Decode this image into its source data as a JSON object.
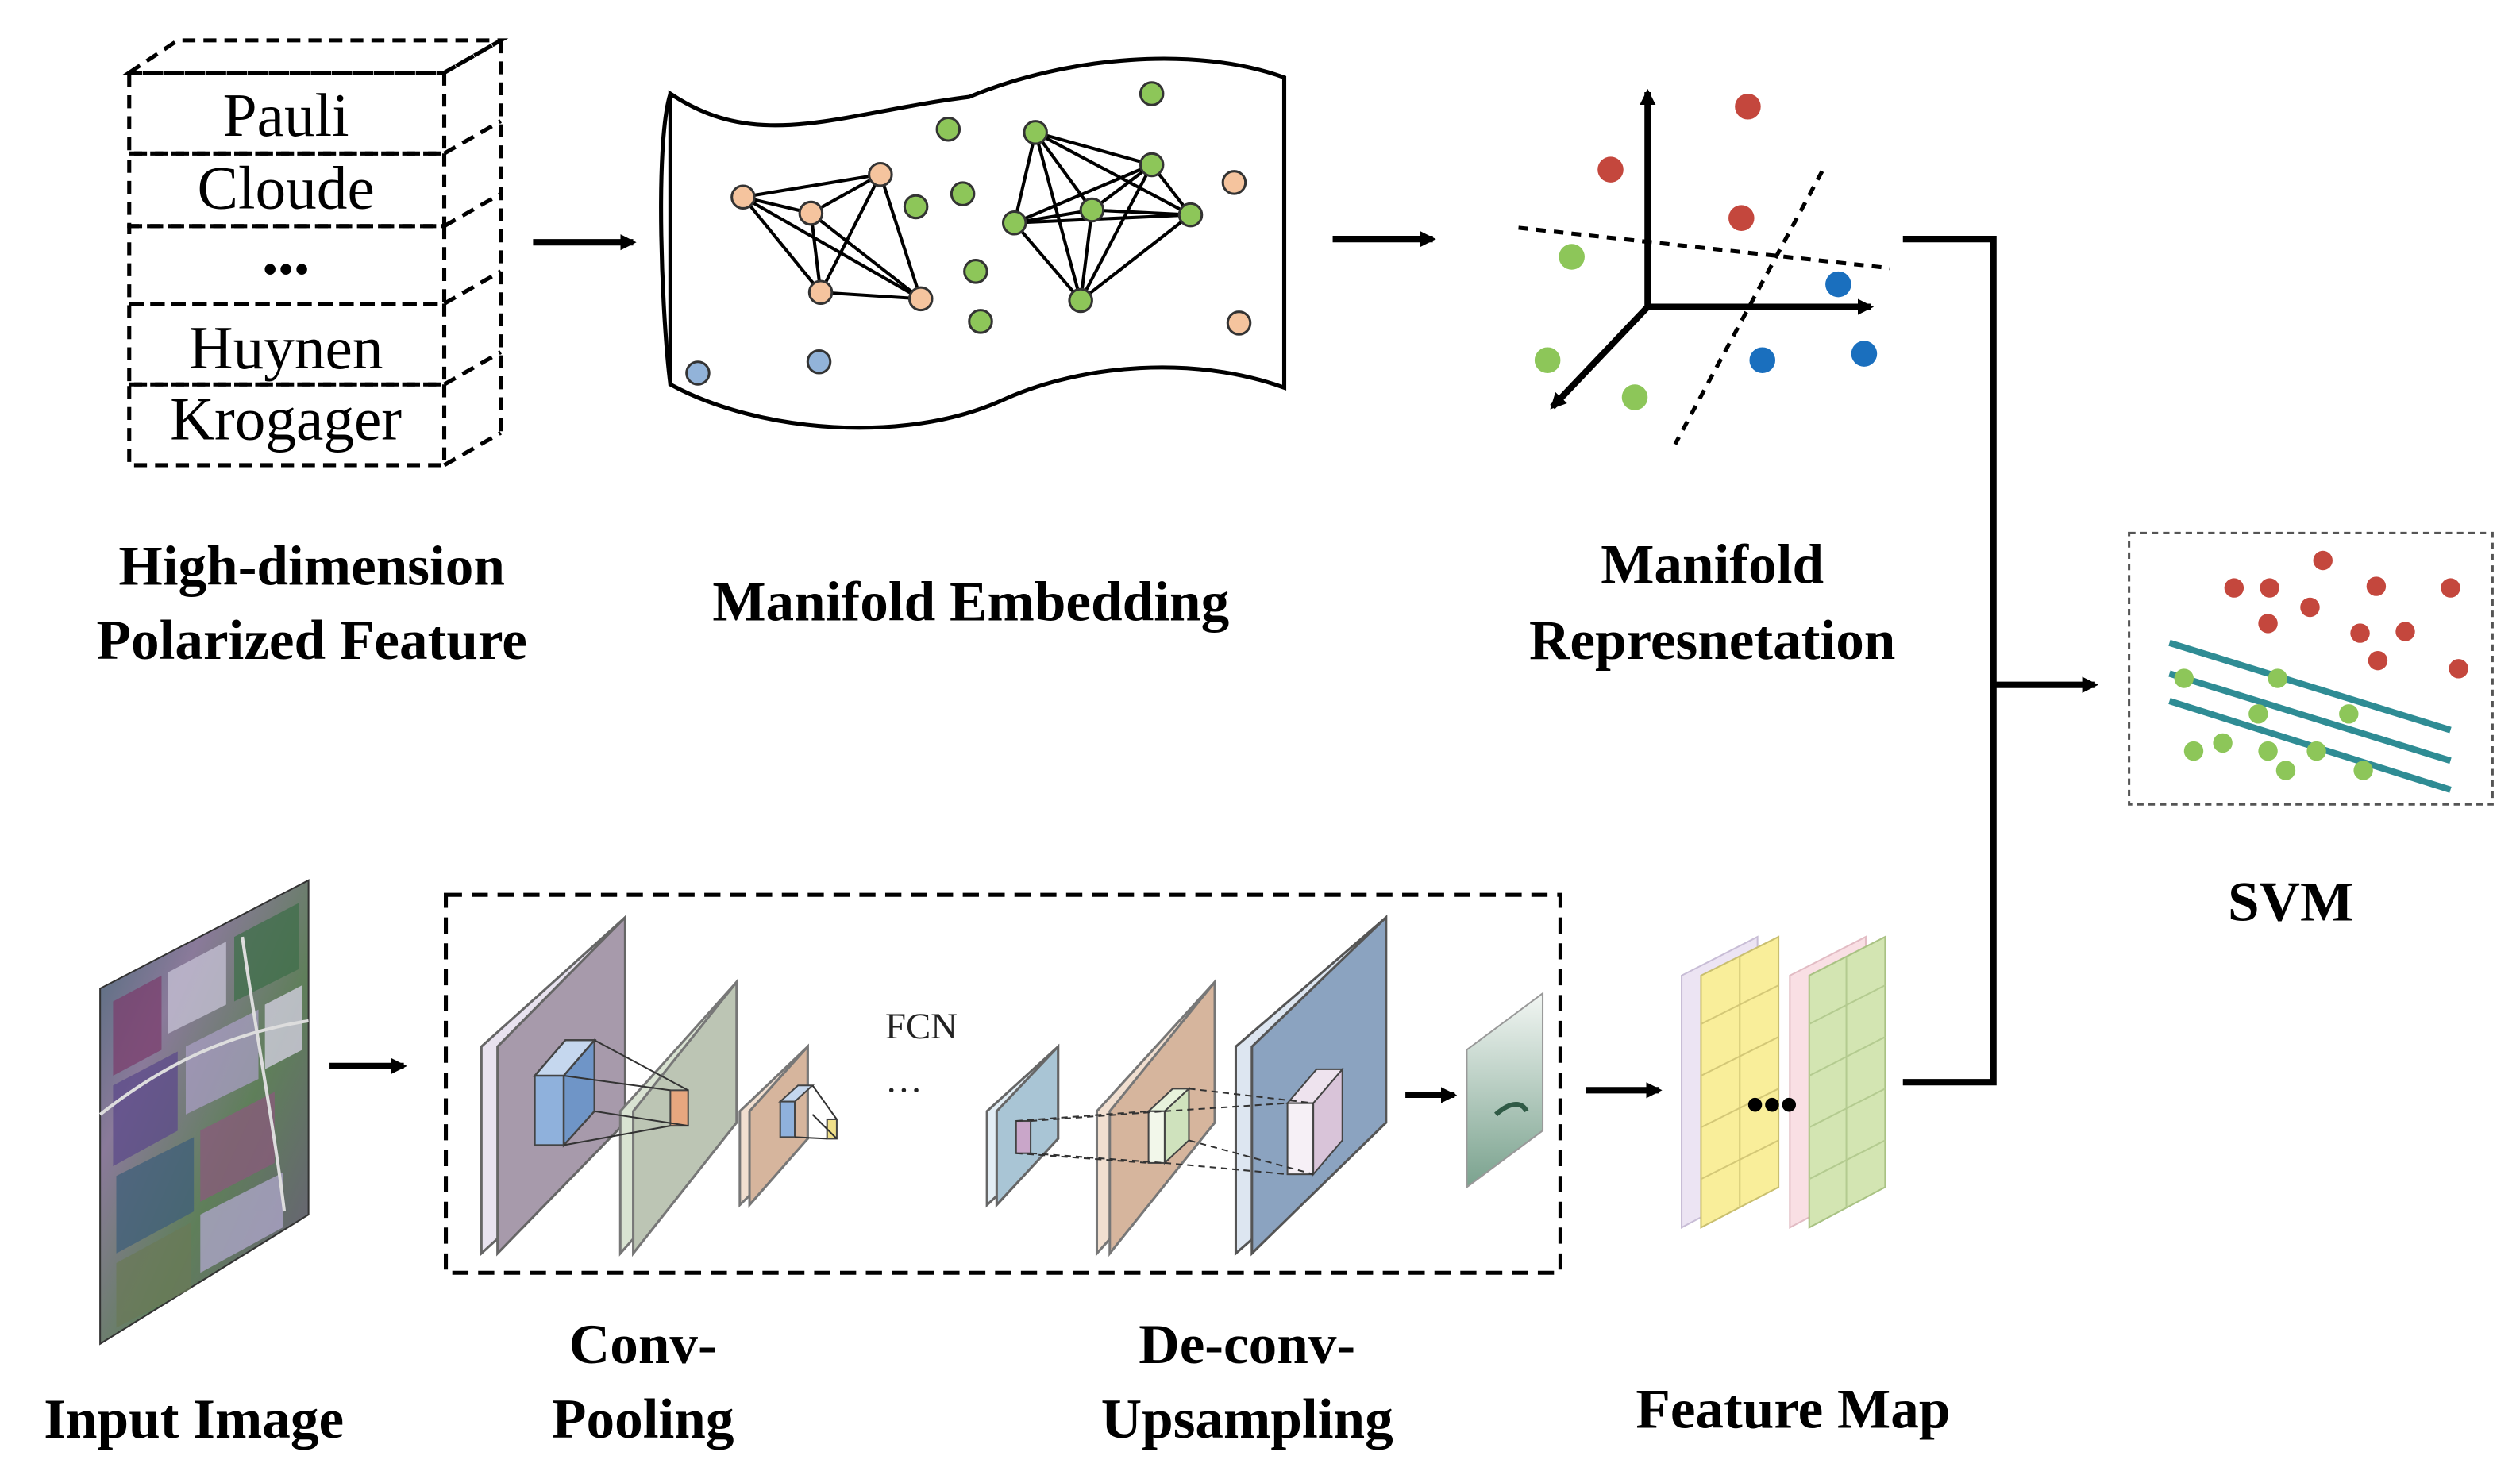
{
  "feature_stack": {
    "items": [
      "Pauli",
      "Cloude",
      "•••",
      "Huynen",
      "Krogager"
    ]
  },
  "labels": {
    "high_dim_1": "High-dimension",
    "high_dim_2": "Polarized Feature",
    "manifold_embedding": "Manifold Embedding",
    "manifold_rep_1": "Manifold",
    "manifold_rep_2": "Represnetation",
    "svm": "SVM",
    "input_image": "Input Image",
    "conv_1": "Conv-",
    "conv_2": "Pooling",
    "deconv_1": "De-conv-",
    "deconv_2": "Upsampling",
    "feature_map": "Feature Map",
    "fcn": "FCN",
    "fcn_dots": "…",
    "feature_dots": "•••"
  },
  "colors": {
    "orange_node": "#f5c49e",
    "green_node": "#8dc659",
    "blue_node": "#92b3d9",
    "red_dot": "#c4473d",
    "green_dot": "#8dc659",
    "blue_dot": "#1a6fbe",
    "svm_line": "#2f8c94"
  }
}
